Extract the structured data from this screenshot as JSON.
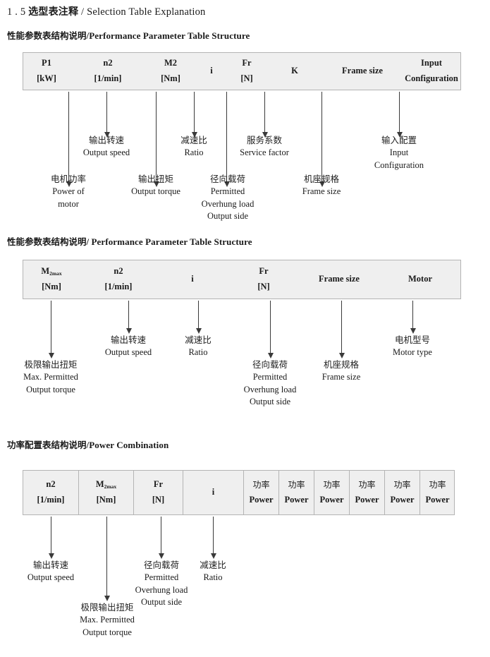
{
  "document": {
    "section_number": "1 . 5",
    "title_cn": "选型表注释",
    "title_sep": "/",
    "title_en": "Selection Table Explanation"
  },
  "sections": [
    {
      "heading_cn": "性能参数表结构说明",
      "heading_sep": "/",
      "heading_en": "Performance Parameter Table Structure",
      "table": {
        "columns": [
          {
            "line1": "P",
            "sub1": "1",
            "line2": "[kW]"
          },
          {
            "line1": "n",
            "sub1": "2",
            "line2": "[1/min]"
          },
          {
            "line1": "M",
            "sub1": "2",
            "line2": "[Nm]"
          },
          {
            "line1": "i",
            "sub1": "",
            "line2": ""
          },
          {
            "line1": "Fr",
            "sub1": "",
            "line2": "[N]"
          },
          {
            "line1": "K",
            "sub1": "",
            "line2": ""
          },
          {
            "line1": "Frame size",
            "sub1": "",
            "line2": ""
          },
          {
            "line1": "Input",
            "sub1": "",
            "line2": "Configuration"
          }
        ]
      },
      "annotations": [
        {
          "cn": "电机功率",
          "en": [
            "Power of",
            "motor"
          ]
        },
        {
          "cn": "输出转速",
          "en": [
            "Output speed"
          ]
        },
        {
          "cn": "输出扭矩",
          "en": [
            "Output torque"
          ]
        },
        {
          "cn": "减速比",
          "en": [
            "Ratio"
          ]
        },
        {
          "cn": "径向载荷",
          "en": [
            "Permitted",
            "Overhung load",
            "Output side"
          ]
        },
        {
          "cn": "服务系数",
          "en": [
            "Service factor"
          ]
        },
        {
          "cn": "机座规格",
          "en": [
            "Frame size"
          ]
        },
        {
          "cn": "输入配置",
          "en": [
            "Input",
            "Configuration"
          ]
        }
      ]
    },
    {
      "heading_cn": "性能参数表结构说明",
      "heading_sep": "/",
      "heading_en": "Performance Parameter Table Structure",
      "table": {
        "columns": [
          {
            "line1": "M",
            "sub1": "2max",
            "line2": "[Nm]"
          },
          {
            "line1": "n",
            "sub1": "2",
            "line2": "[1/min]"
          },
          {
            "line1": "i",
            "sub1": "",
            "line2": ""
          },
          {
            "line1": "Fr",
            "sub1": "",
            "line2": "[N]"
          },
          {
            "line1": "Frame size",
            "sub1": "",
            "line2": ""
          },
          {
            "line1": "Motor",
            "sub1": "",
            "line2": ""
          }
        ]
      },
      "annotations": [
        {
          "cn": "极限输出扭矩",
          "en": [
            "Max. Permitted",
            "Output  torque"
          ]
        },
        {
          "cn": "输出转速",
          "en": [
            "Output speed"
          ]
        },
        {
          "cn": "减速比",
          "en": [
            "Ratio"
          ]
        },
        {
          "cn": "径向载荷",
          "en": [
            "Permitted",
            "Overhung load",
            "Output side"
          ]
        },
        {
          "cn": "机座规格",
          "en": [
            "Frame size"
          ]
        },
        {
          "cn": "电机型号",
          "en": [
            "Motor type"
          ]
        }
      ]
    },
    {
      "heading_cn": "功率配置表结构说明",
      "heading_sep": "/",
      "heading_en": "Power Combination",
      "table": {
        "columns": [
          {
            "line1": "n",
            "sub1": "2",
            "line2": "[1/min]"
          },
          {
            "line1": "M",
            "sub1": "2max",
            "line2": "[Nm]"
          },
          {
            "line1": "Fr",
            "sub1": "",
            "line2": "[N]"
          },
          {
            "line1": "i",
            "sub1": "",
            "line2": ""
          },
          {
            "line1": "功率",
            "sub1": "",
            "line2": "Power"
          },
          {
            "line1": "功率",
            "sub1": "",
            "line2": "Power"
          },
          {
            "line1": "功率",
            "sub1": "",
            "line2": "Power"
          },
          {
            "line1": "功率",
            "sub1": "",
            "line2": "Power"
          },
          {
            "line1": "功率",
            "sub1": "",
            "line2": "Power"
          },
          {
            "line1": "功率",
            "sub1": "",
            "line2": "Power"
          }
        ]
      },
      "annotations": [
        {
          "cn": "输出转速",
          "en": [
            "Output speed"
          ]
        },
        {
          "cn": "极限输出扭矩",
          "en": [
            "Max. Permitted",
            "Output  torque"
          ]
        },
        {
          "cn": "径向载荷",
          "en": [
            "Permitted",
            "Overhung load",
            "Output side"
          ]
        },
        {
          "cn": "减速比",
          "en": [
            "Ratio"
          ]
        }
      ]
    }
  ],
  "colors": {
    "table_background": "#efefef",
    "table_border": "#b4b4b4",
    "arrow": "#3a3a3a",
    "text": "#1a1a1a"
  }
}
